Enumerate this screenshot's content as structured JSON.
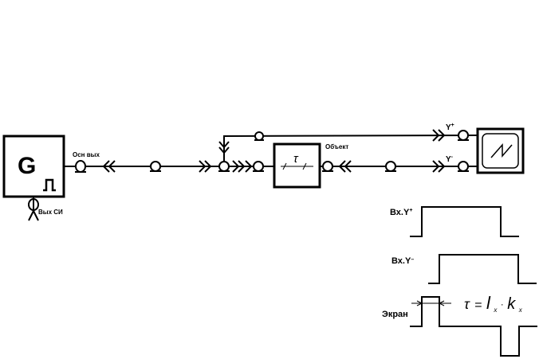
{
  "generator": {
    "letter": "G"
  },
  "labels": {
    "main_output": "Осн вых",
    "sync_output": "Вых СИ",
    "delay": "τ",
    "object": "Объект",
    "y_plus": "Y",
    "y_plus_sup": "+",
    "y_minus": "Y",
    "y_minus_sup": "-"
  },
  "waveforms": {
    "in_y_plus": "Вх.Y",
    "in_y_plus_sup": "+",
    "in_y_minus": "Вх.Y",
    "in_y_minus_sup": "–",
    "screen": "Экран"
  },
  "formula": {
    "tau": "τ",
    "eq": "=",
    "l": "l",
    "l_sub": "x",
    "dot": "·",
    "k": "k",
    "k_sub": "x"
  },
  "colors": {
    "line": "#000000",
    "background": "#ffffff"
  }
}
